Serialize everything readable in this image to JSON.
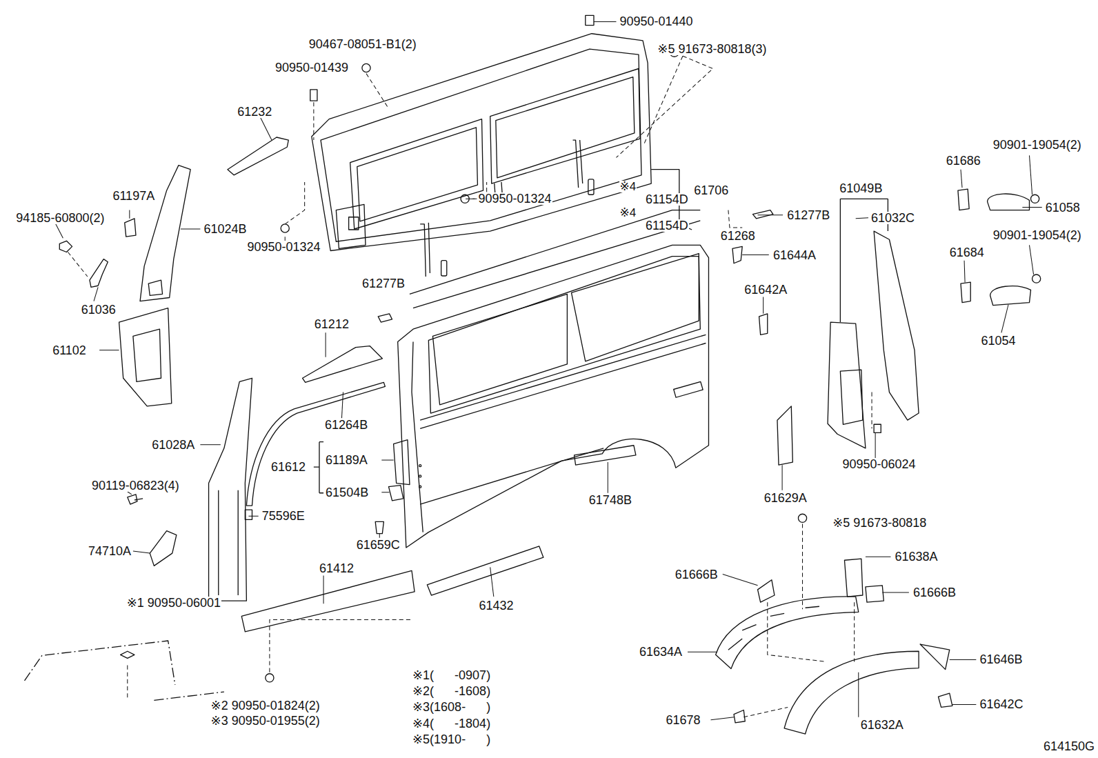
{
  "diagram": {
    "labels": [
      "90950-01440",
      "90467-08051-B1(2)",
      "※5 91673-80818(3)",
      "90950-01439",
      "61232",
      "61197A",
      "94185-60800(2)",
      "61024B",
      "90950-01324",
      "※4",
      "61154D",
      "61706",
      "※4",
      "61154D",
      "61277B",
      "61268",
      "61644A",
      "90950-01324",
      "61277B",
      "61642A",
      "61212",
      "61036",
      "61102",
      "61264B",
      "61028A",
      "61612",
      "61189A",
      "61504B",
      "61748B",
      "61629A",
      "61049B",
      "61032C",
      "90950-06024",
      "61686",
      "90901-19054(2)",
      "61058",
      "90901-19054(2)",
      "61684",
      "61054",
      "90119-06823(4)",
      "75596E",
      "74710A",
      "61659C",
      "61412",
      "61432",
      "※5 91673-80818",
      "61638A",
      "61666B",
      "61666B",
      "※1 90950-06001",
      "61634A",
      "61646B",
      "61642C",
      "61678",
      "61632A",
      "※2 90950-01824(2)",
      "※3 90950-01955(2)",
      "※1(      -0907)",
      "※2(      -1608)",
      "※3(1608-      )",
      "※4(      -1804)",
      "※5(1910-      )",
      "614150G"
    ]
  }
}
